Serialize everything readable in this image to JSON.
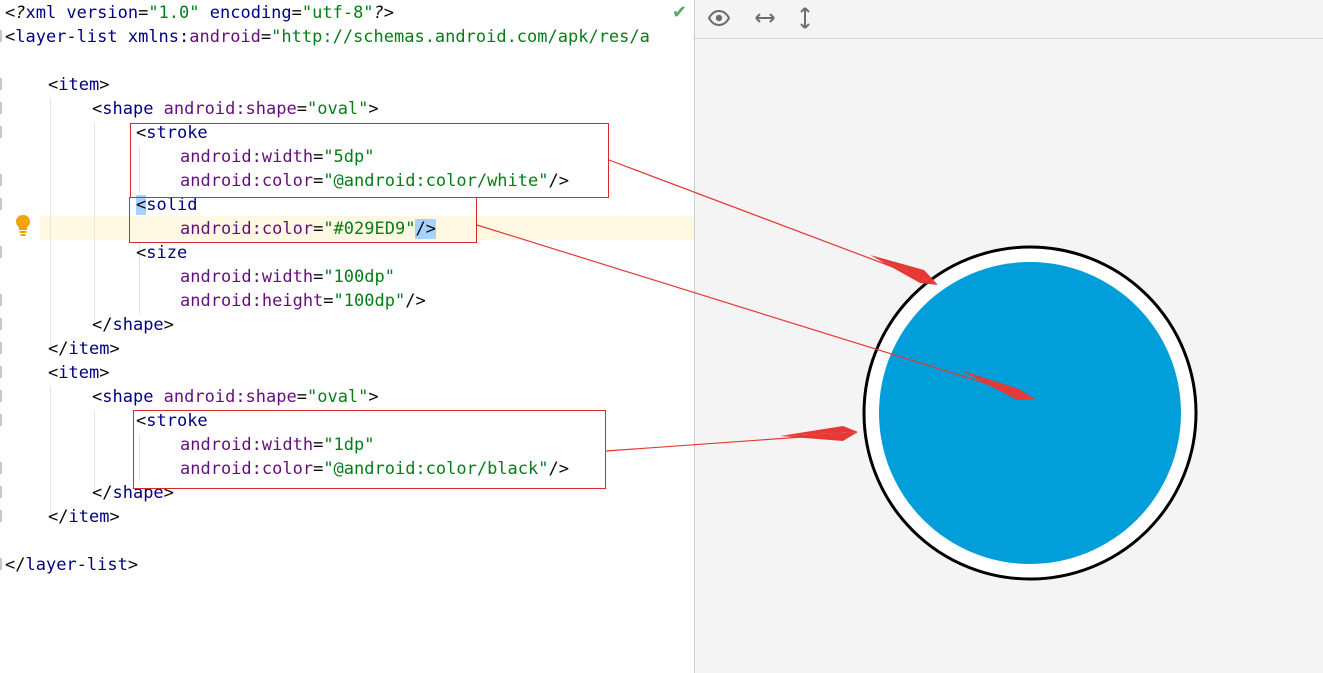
{
  "editor": {
    "lines": {
      "l1": {
        "a": "<?",
        "b": "xml version",
        "c": "=",
        "d": "\"1.0\"",
        "e": " encoding",
        "f": "=",
        "g": "\"utf-8\"",
        "h": "?>"
      },
      "l2": {
        "a": "<",
        "b": "layer-list ",
        "c": "xmlns:",
        "d": "android",
        "e": "=",
        "f": "\"http://schemas.android.com/apk/res/a"
      },
      "l4": {
        "a": "<",
        "b": "item",
        "c": ">"
      },
      "l5": {
        "a": "<",
        "b": "shape ",
        "c": "android:shape",
        "d": "=",
        "e": "\"oval\"",
        "f": ">"
      },
      "l6": {
        "a": "<",
        "b": "stroke"
      },
      "l7": {
        "a": "android:width",
        "b": "=",
        "c": "\"5dp\""
      },
      "l8": {
        "a": "android:color",
        "b": "=",
        "c": "\"@android:color/white\"",
        "d": "/>"
      },
      "l9": {
        "a": "<",
        "b": "solid"
      },
      "l10": {
        "a": "android:color",
        "b": "=",
        "c": "\"#029ED9\"",
        "d": "/>"
      },
      "l11": {
        "a": "<",
        "b": "size"
      },
      "l12": {
        "a": "android:width",
        "b": "=",
        "c": "\"100dp\""
      },
      "l13": {
        "a": "android:height",
        "b": "=",
        "c": "\"100dp\"",
        "d": "/>"
      },
      "l14": {
        "a": "</",
        "b": "shape",
        "c": ">"
      },
      "l15": {
        "a": "</",
        "b": "item",
        "c": ">"
      },
      "l16": {
        "a": "<",
        "b": "item",
        "c": ">"
      },
      "l17": {
        "a": "<",
        "b": "shape ",
        "c": "android:shape",
        "d": "=",
        "e": "\"oval\"",
        "f": ">"
      },
      "l18": {
        "a": "<",
        "b": "stroke"
      },
      "l19": {
        "a": "android:width",
        "b": "=",
        "c": "\"1dp\""
      },
      "l20": {
        "a": "android:color",
        "b": "=",
        "c": "\"@android:color/black\"",
        "d": "/>"
      },
      "l21": {
        "a": "</",
        "b": "shape",
        "c": ">"
      },
      "l22": {
        "a": "</",
        "b": "item",
        "c": ">"
      },
      "l24": {
        "a": "</",
        "b": "layer-list",
        "c": ">"
      }
    }
  },
  "icons": {
    "check": "check-icon",
    "bulb": "lightbulb-icon",
    "eye": "eye-icon",
    "horizontal": "horizontal-resize-icon",
    "vertical": "vertical-resize-icon"
  },
  "preview": {
    "fill_color": "#029ED9",
    "inner_stroke_color": "#FFFFFF",
    "outer_stroke_color": "#000000"
  },
  "annotation_color": "#E53935"
}
